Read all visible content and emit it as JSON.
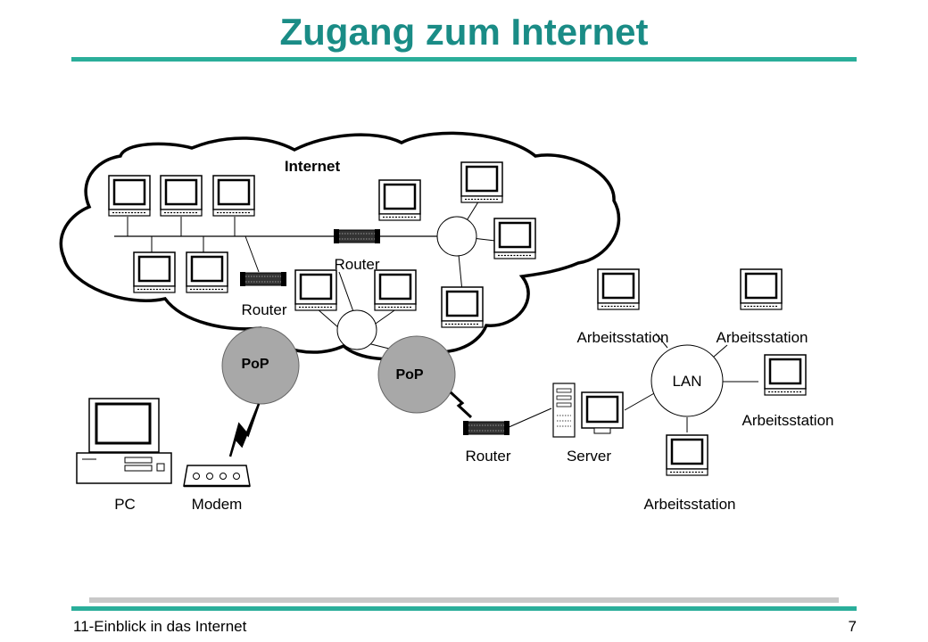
{
  "title": "Zugang zum Internet",
  "footer": {
    "left": "11-Einblick in das Internet",
    "page": "7"
  },
  "diagram": {
    "cloud_label": "Internet",
    "router_label_1": "Router",
    "router_label_2": "Router",
    "router_label_3": "Router",
    "pop_label_1": "PoP",
    "pop_label_2": "PoP",
    "lan_label": "LAN",
    "workstation_1": "Arbeitsstation",
    "workstation_2": "Arbeitsstation",
    "workstation_3": "Arbeitsstation",
    "workstation_4": "Arbeitsstation",
    "server_label": "Server",
    "pc_label": "PC",
    "modem_label": "Modem"
  },
  "colors": {
    "accent": "#2aae9a",
    "title": "#1a8c86",
    "pop_fill": "#a8a8a8"
  }
}
